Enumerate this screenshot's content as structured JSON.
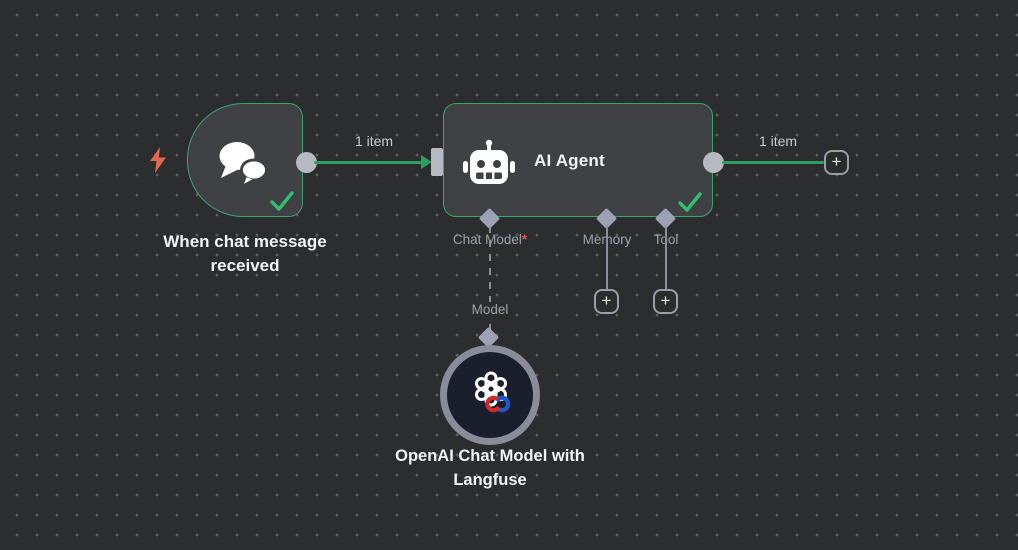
{
  "colors": {
    "canvas_bg": "#2b2d2e",
    "grid_dot": "#5d5f61",
    "node_bg": "#3f4144",
    "node_border_green": "#3aa46f",
    "connection_green": "#2f9e62",
    "success_check_green": "#31c071",
    "connector_gray": "#b6b9c1",
    "port_diamond_gray": "#9ca1b3",
    "sub_wire_gray": "#8d909b",
    "port_label_gray": "#9da2ac",
    "required_red": "#eb5757",
    "trigger_bolt_orange": "#e5674f",
    "model_node_bg": "#1b1e2d",
    "model_node_ring": "#898c9a"
  },
  "nodes": {
    "trigger": {
      "name": "When chat message received",
      "icon": "chat-bubbles"
    },
    "agent": {
      "title": "AI Agent",
      "icon": "robot",
      "ports": [
        {
          "label": "Chat Model",
          "required_mark": "*"
        },
        {
          "label": "Memory",
          "required_mark": ""
        },
        {
          "label": "Tool",
          "required_mark": ""
        }
      ]
    },
    "model": {
      "name": "OpenAI Chat Model with Langfuse",
      "port_label": "Model",
      "icon": "openai-langfuse"
    }
  },
  "connections": {
    "trigger_to_agent": {
      "label": "1 item"
    },
    "agent_output": {
      "label": "1 item"
    }
  },
  "icons": {
    "plus": "+"
  }
}
